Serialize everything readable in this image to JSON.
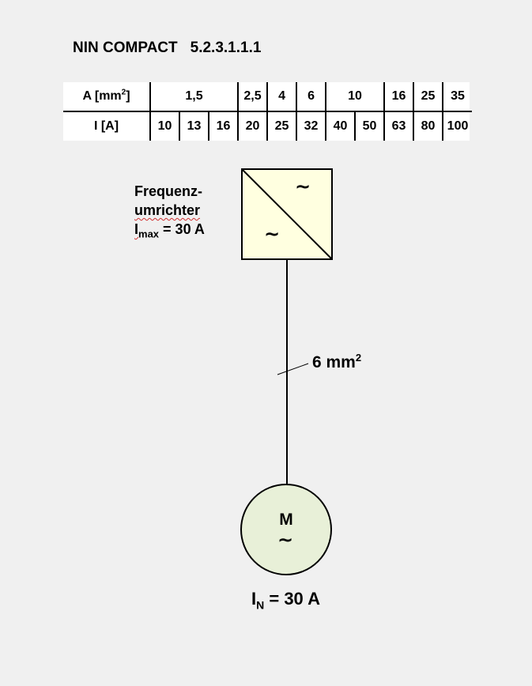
{
  "header": {
    "title": "NIN COMPACT",
    "section": "5.2.3.1.1.1"
  },
  "table": {
    "row_area_label": "A [mm",
    "row_area_sup": "2",
    "row_area_close": "]",
    "row_current_label": "I [A]",
    "area_values": [
      "1,5",
      "2,5",
      "4",
      "6",
      "10",
      "16",
      "25",
      "35"
    ],
    "current_values": [
      "10",
      "13",
      "16",
      "20",
      "25",
      "32",
      "40",
      "50",
      "63",
      "80",
      "100"
    ]
  },
  "converter": {
    "name_line1": "Frequenz-",
    "name_line2": "umrichter",
    "imax_symbol": "I",
    "imax_sub": "max",
    "imax_value": " = 30 A",
    "ac_symbol_top": "~",
    "ac_symbol_bottom": "~",
    "fill_color": "#ffffe0"
  },
  "cable": {
    "cross_section": "6 mm",
    "cross_section_sup": "2"
  },
  "motor": {
    "letter": "M",
    "ac_symbol": "~",
    "fill_color": "#e8f0d8",
    "in_symbol": "I",
    "in_sub": "N",
    "in_value": " = 30 A"
  }
}
